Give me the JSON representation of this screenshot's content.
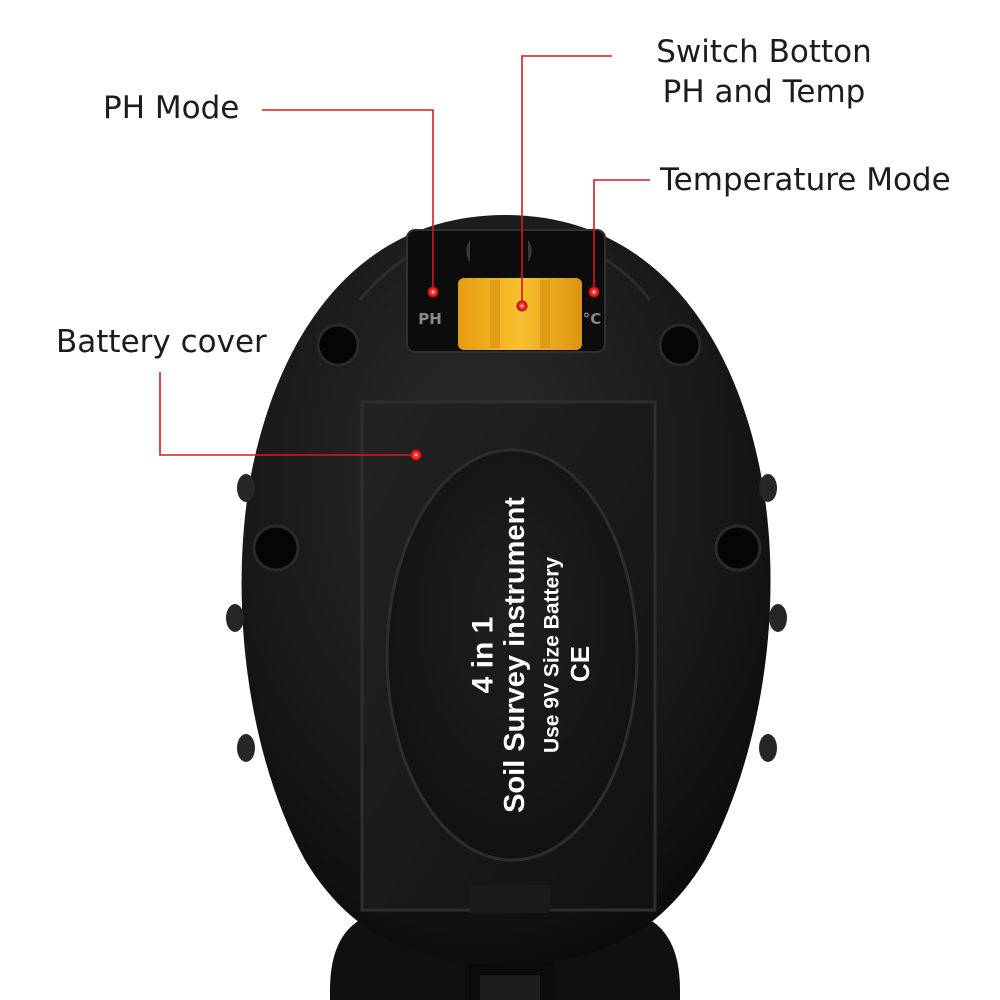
{
  "callouts": {
    "ph_mode": "PH Mode",
    "switch_button": {
      "line1": "Switch Botton",
      "line2": "PH and Temp"
    },
    "temperature_mode": "Temperature Mode",
    "battery_cover": "Battery cover"
  },
  "switch_labels": {
    "left": "PH",
    "right": "°C"
  },
  "label_plate": {
    "line1": "4 in 1",
    "line2": "Soil Survey instrument",
    "line3": "Use 9V Size Battery",
    "line4": "CE"
  },
  "colors": {
    "leader_line": "#d41a1a",
    "marker_dot": "#ff1a1a",
    "body": "#141414",
    "switch_knob": "#f2b21d",
    "label_text": "#ffffff",
    "text": "#1c1c1c"
  }
}
